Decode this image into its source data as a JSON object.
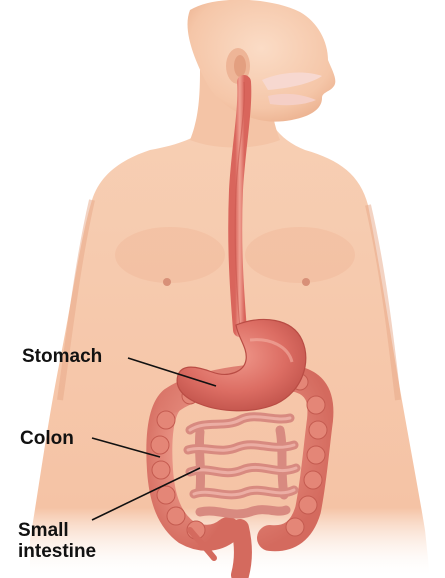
{
  "labels": {
    "stomach": "Stomach",
    "colon": "Colon",
    "small_intestine_line1": "Small",
    "small_intestine_line2": "intestine"
  },
  "colors": {
    "skin": "#f6c9ad",
    "skin_shadow": "#e9ad8c",
    "organ": "#e07a6e",
    "organ_dark": "#c8584f",
    "organ_light": "#f0a395",
    "stomach": "#dc6f66",
    "leader_line": "#111111",
    "label_text": "#111111"
  }
}
